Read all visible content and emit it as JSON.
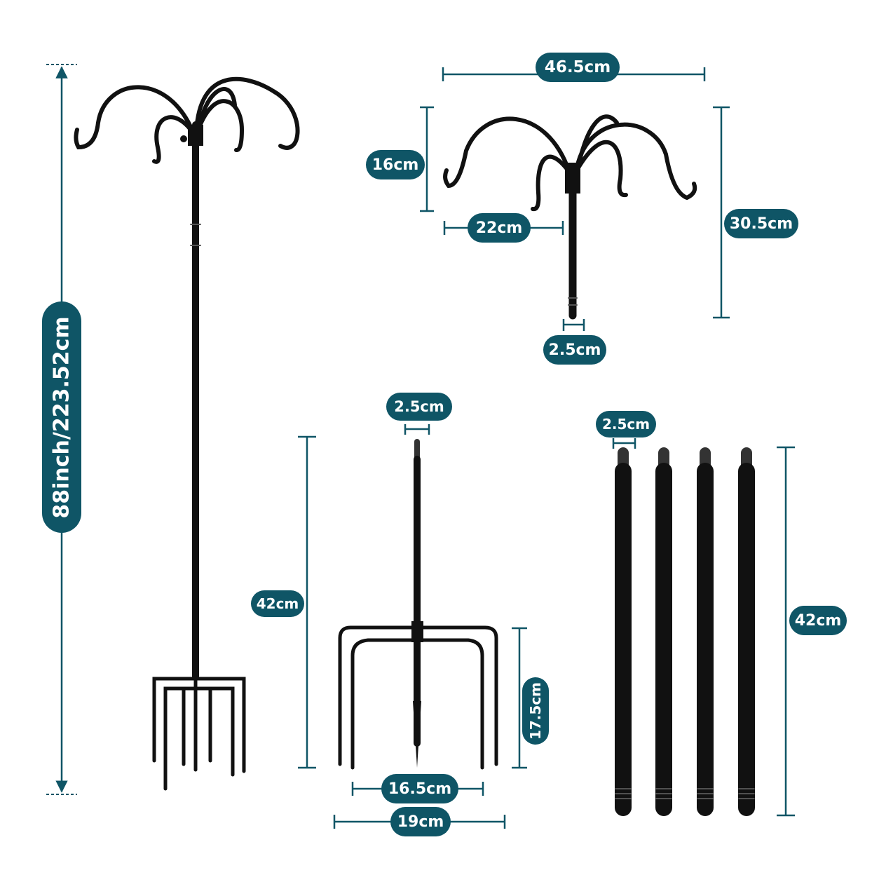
{
  "colors": {
    "dimension": "#0f5566",
    "product": "#111111",
    "background": "#ffffff"
  },
  "labels": {
    "overall_height": "88inch/223.52cm",
    "top_width": "46.5cm",
    "hook_drop": "16cm",
    "arm_reach": "22cm",
    "top_height": "30.5cm",
    "top_pole_dia": "2.5cm",
    "stake_thread_dia": "2.5cm",
    "stake_height": "42cm",
    "prong_height": "17.5cm",
    "prong_inner_width": "16.5cm",
    "prong_outer_width": "19cm",
    "pole_dia": "2.5cm",
    "pole_length": "42cm"
  },
  "parts": [
    {
      "name": "assembled-shepherd-hook",
      "icon": "shepherd-hook-assembled"
    },
    {
      "name": "hook-top-section",
      "icon": "four-arm-hanger"
    },
    {
      "name": "ground-stake",
      "icon": "five-prong-stake"
    },
    {
      "name": "extension-poles",
      "icon": "threaded-pole",
      "count": 4
    }
  ]
}
